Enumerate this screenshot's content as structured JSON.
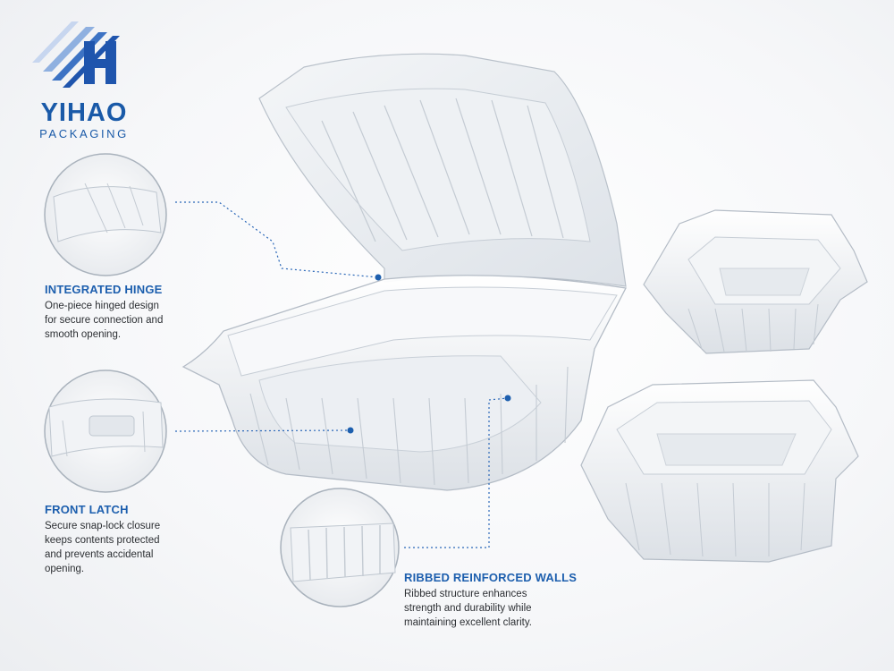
{
  "brand": {
    "name": "YIHAO",
    "subtitle": "PACKAGING",
    "primary_color": "#1d5fae"
  },
  "features": [
    {
      "title": "INTEGRATED HINGE",
      "desc_lines": [
        "One-piece hinged design",
        "for secure connection and",
        "smooth opening."
      ]
    },
    {
      "title": "FRONT LATCH",
      "desc_lines": [
        "Secure snap-lock closure",
        "keeps contents protected",
        "and prevents accidental",
        "opening."
      ]
    },
    {
      "title": "RIBBED REINFORCED WALLS",
      "desc_lines": [
        "Ribbed structure enhances",
        "strength and durability while",
        "maintaining excellent clarity."
      ]
    }
  ],
  "icons": {
    "logo": "yihao-logo-icon",
    "hinge_detail": "hinge-closeup-icon",
    "latch_detail": "latch-closeup-icon",
    "ribs_detail": "ribbed-wall-closeup-icon"
  }
}
